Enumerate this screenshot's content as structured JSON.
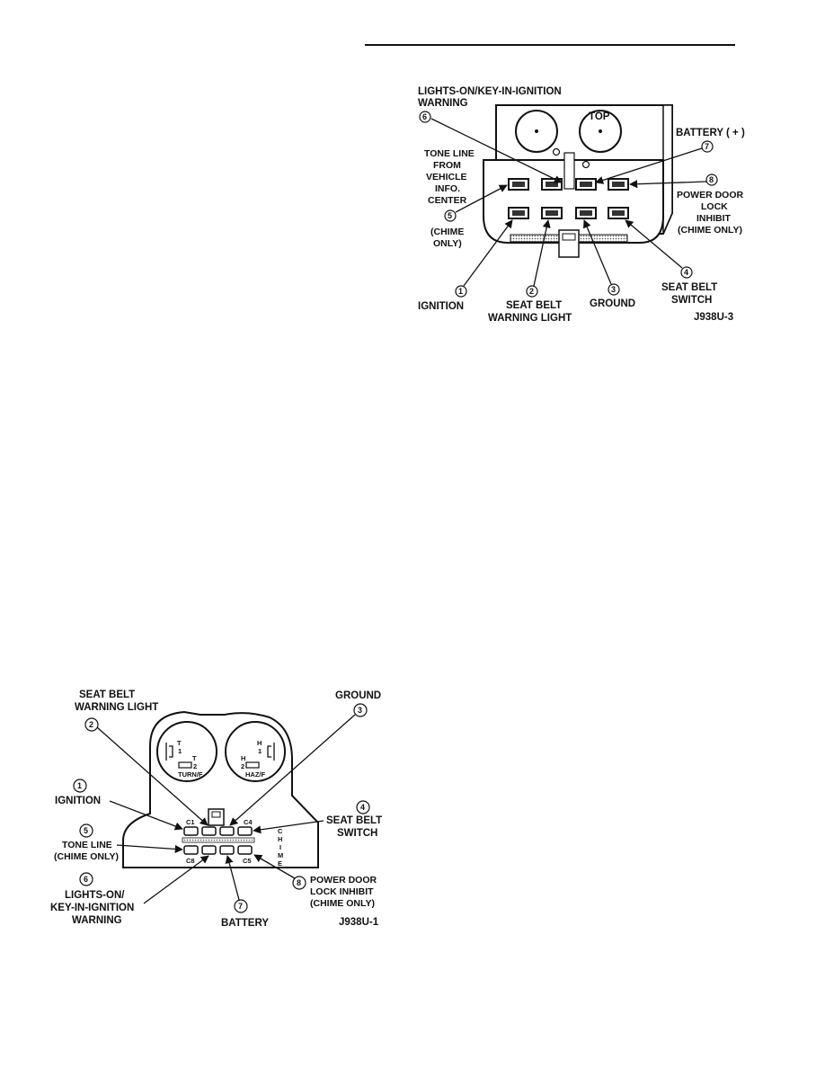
{
  "figure_top": {
    "id": "J938U-3",
    "top_label": "TOP",
    "callouts": [
      {
        "num": "1",
        "lines": [
          "IGNITION"
        ]
      },
      {
        "num": "2",
        "lines": [
          "SEAT BELT",
          "WARNING LIGHT"
        ]
      },
      {
        "num": "3",
        "lines": [
          "GROUND"
        ]
      },
      {
        "num": "4",
        "lines": [
          "SEAT BELT",
          "SWITCH"
        ]
      },
      {
        "num": "5",
        "lines": [
          "TONE LINE",
          "FROM",
          "VEHICLE",
          "INFO.",
          "CENTER"
        ],
        "extra": [
          "(CHIME",
          "ONLY)"
        ]
      },
      {
        "num": "6",
        "lines": [
          "LIGHTS-ON/KEY-IN-IGNITION",
          "WARNING"
        ]
      },
      {
        "num": "7",
        "lines": [
          "BATTERY ( + )"
        ]
      },
      {
        "num": "8",
        "lines": [
          "POWER DOOR",
          "LOCK",
          "INHIBIT",
          "(CHIME ONLY)"
        ]
      }
    ]
  },
  "figure_bottom": {
    "id": "J938U-1",
    "pin_labels": [
      "C1",
      "C4",
      "C8",
      "C5"
    ],
    "bulb_labels": [
      "TURN/F",
      "HAZ/F"
    ],
    "bulb_marks": [
      "T",
      "1",
      "T",
      "2",
      "H",
      "1",
      "H",
      "2"
    ],
    "vertical_label": [
      "C",
      "H",
      "I",
      "M",
      "E"
    ],
    "callouts": [
      {
        "num": "1",
        "lines": [
          "IGNITION"
        ]
      },
      {
        "num": "2",
        "lines": [
          "SEAT BELT",
          "WARNING LIGHT"
        ]
      },
      {
        "num": "3",
        "lines": [
          "GROUND"
        ]
      },
      {
        "num": "4",
        "lines": [
          "SEAT BELT",
          "SWITCH"
        ]
      },
      {
        "num": "5",
        "lines": [
          "TONE LINE",
          "(CHIME ONLY)"
        ]
      },
      {
        "num": "6",
        "lines": [
          "LIGHTS-ON/",
          "KEY-IN-IGNITION",
          "WARNING"
        ]
      },
      {
        "num": "7",
        "lines": [
          "BATTERY"
        ]
      },
      {
        "num": "8",
        "lines": [
          "POWER DOOR",
          "LOCK INHIBIT",
          "(CHIME ONLY)"
        ]
      }
    ]
  }
}
